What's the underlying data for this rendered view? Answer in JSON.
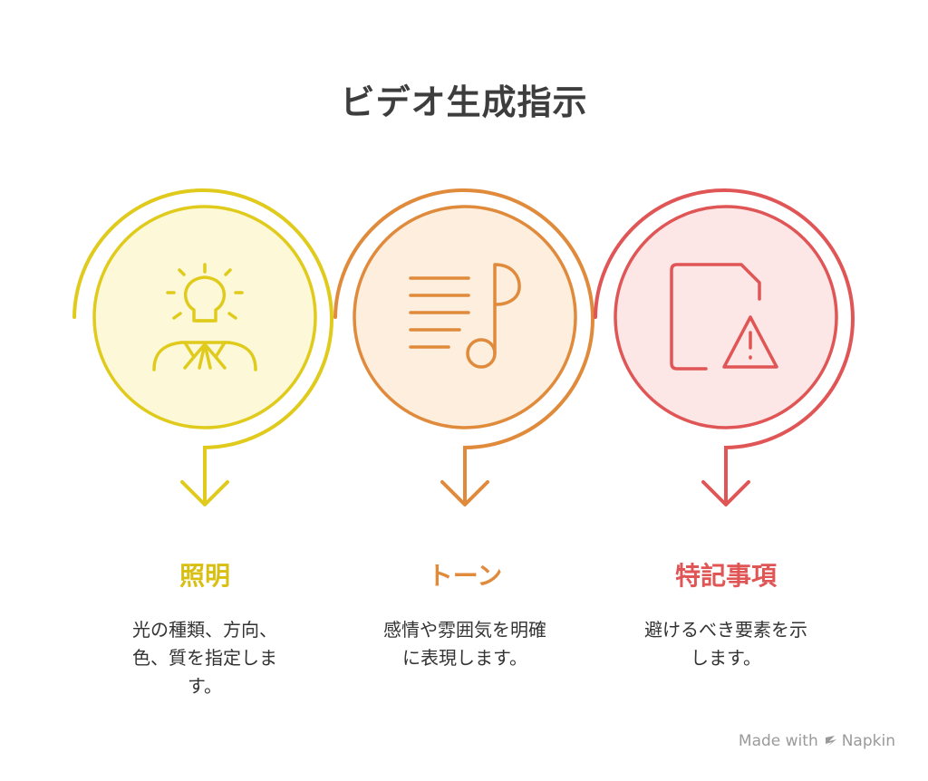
{
  "title": "ビデオ生成指示",
  "colors": {
    "step1": "#e0cb1c",
    "step1_fill": "#fdf9d8",
    "step2": "#e08a3c",
    "step2_fill": "#fdeedd",
    "step3": "#e05555",
    "step3_fill": "#fde6e6"
  },
  "steps": [
    {
      "heading": "照明",
      "description_lines": [
        "光の種類、方向、",
        "色、質を指定しま",
        "す。"
      ],
      "icon": "lightbulb-person-icon"
    },
    {
      "heading": "トーン",
      "description_lines": [
        "感情や雰囲気を明確",
        "に表現します。"
      ],
      "icon": "music-lines-icon"
    },
    {
      "heading": "特記事項",
      "description_lines": [
        "避けるべき要素を示",
        "します。"
      ],
      "icon": "document-warning-icon"
    }
  ],
  "footer": {
    "made_with": "Made with",
    "brand": "Napkin"
  }
}
